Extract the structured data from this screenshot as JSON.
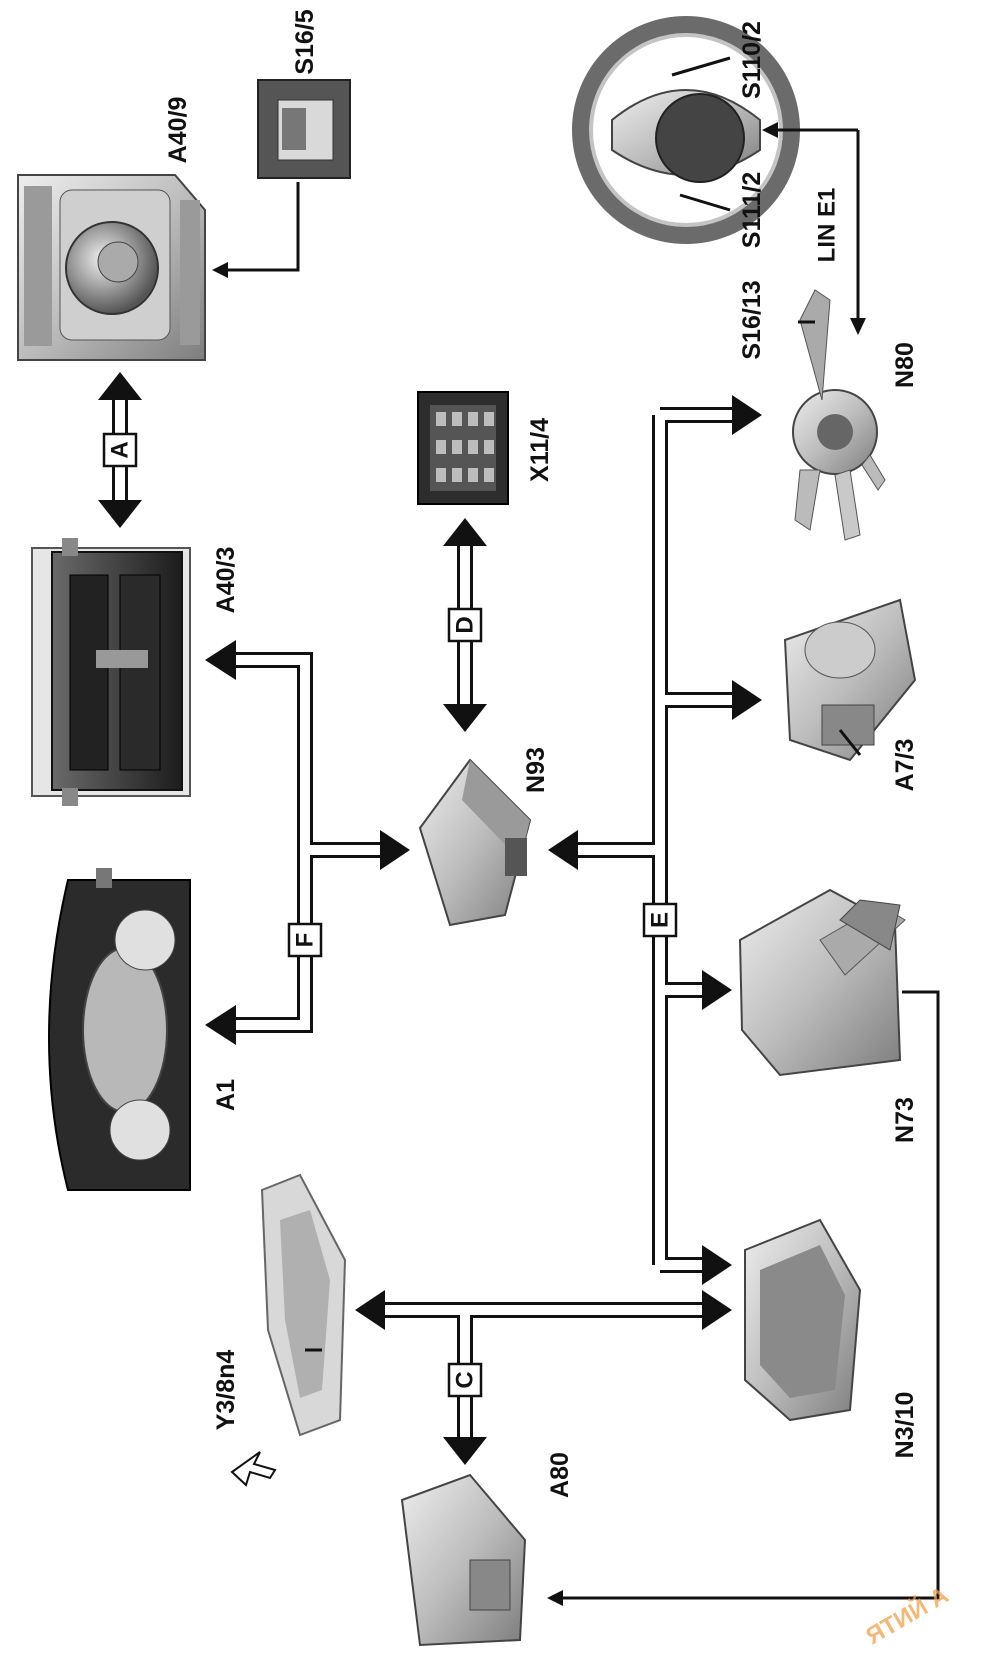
{
  "diagram": {
    "components": {
      "a40_9": "A40/9",
      "s16_5": "S16/5",
      "s110_2": "S110/2",
      "s111_2": "S111/2",
      "a40_3": "A40/3",
      "x11_4": "X11/4",
      "s16_13": "S16/13",
      "n80": "N80",
      "a1": "A1",
      "n93": "N93",
      "a7_3": "A7/3",
      "n73": "N73",
      "n3_10": "N3/10",
      "y3_8n4": "Y3/8n4",
      "a80": "A80"
    },
    "buses": {
      "a": "A",
      "c": "C",
      "d": "D",
      "e": "E",
      "f": "F",
      "lin": "LIN E1"
    },
    "watermark": "ЯТИЙ А"
  }
}
